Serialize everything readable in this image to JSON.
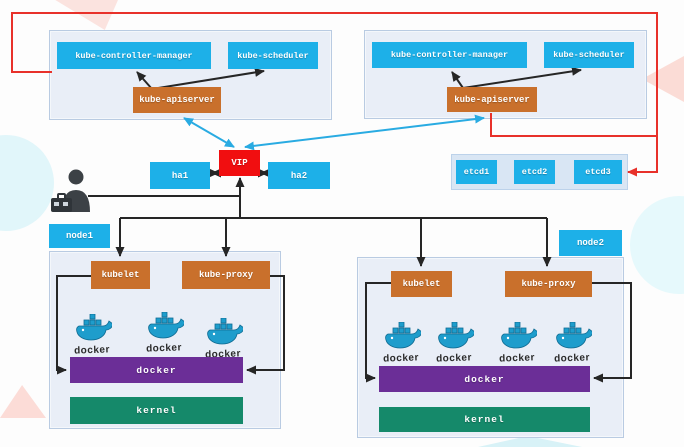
{
  "masters": [
    {
      "controller_manager": "kube-controller-manager",
      "scheduler": "kube-scheduler",
      "apiserver": "kube-apiserver"
    },
    {
      "controller_manager": "kube-controller-manager",
      "scheduler": "kube-scheduler",
      "apiserver": "kube-apiserver"
    }
  ],
  "vip": {
    "label": "VIP"
  },
  "ha": [
    {
      "label": "ha1"
    },
    {
      "label": "ha2"
    }
  ],
  "etcd": [
    {
      "label": "etcd1"
    },
    {
      "label": "etcd2"
    },
    {
      "label": "etcd3"
    }
  ],
  "nodes": [
    {
      "label": "node1",
      "kubelet": "kubelet",
      "kube_proxy": "kube-proxy",
      "docker_icons": [
        "docker",
        "docker",
        "docker"
      ],
      "docker_layer": "docker",
      "kernel_layer": "kernel"
    },
    {
      "label": "node2",
      "kubelet": "kubelet",
      "kube_proxy": "kube-proxy",
      "docker_icons": [
        "docker",
        "docker",
        "docker",
        "docker"
      ],
      "docker_layer": "docker",
      "kernel_layer": "kernel"
    }
  ],
  "colors": {
    "box_cyan": "#1db0e8",
    "box_orange": "#c9702c",
    "vip_red": "#f10e10",
    "docker_purple": "#6b2e97",
    "kernel_green": "#15896a",
    "wire_black": "#262626",
    "wire_blue": "#29abe2",
    "wire_red": "#e8312a"
  }
}
